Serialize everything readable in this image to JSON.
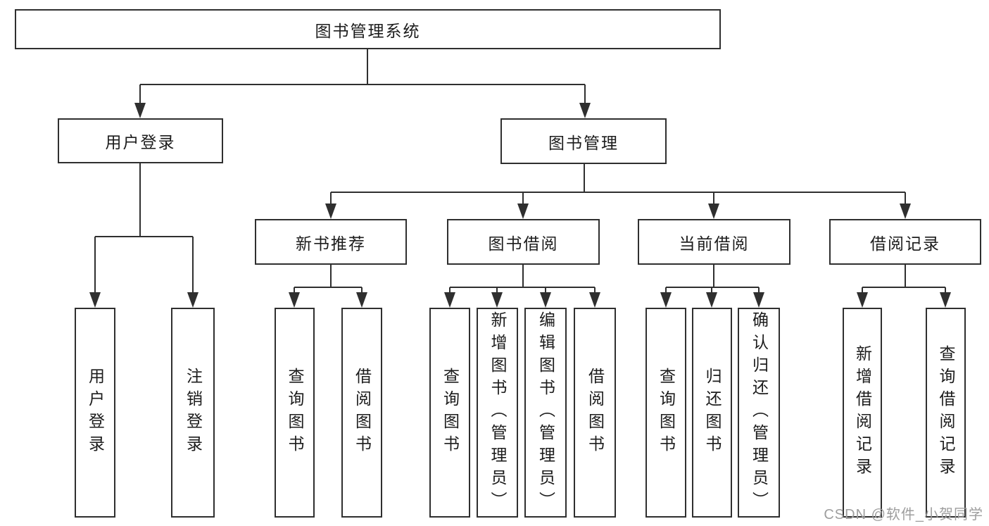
{
  "diagram": {
    "root": "图书管理系统",
    "level1": {
      "user_login": "用户登录",
      "book_management": "图书管理"
    },
    "level2": {
      "new_book_recommend": "新书推荐",
      "book_borrowing": "图书借阅",
      "current_borrowing": "当前借阅",
      "borrowing_records": "借阅记录"
    },
    "leaves": {
      "user_login": [
        "用户登录",
        "注销登录"
      ],
      "new_book_recommend": [
        "查询图书",
        "借阅图书"
      ],
      "book_borrowing": [
        "查询图书",
        "新增图书（管理员）",
        "编辑图书（管理员）",
        "借阅图书"
      ],
      "current_borrowing": [
        "查询图书",
        "归还图书",
        "确认归还（管理员）"
      ],
      "borrowing_records": [
        "新增借阅记录",
        "查询借阅记录"
      ]
    }
  },
  "watermark": "CSDN @软件_小贺同学",
  "colors": {
    "line": "#2f2f2f",
    "text": "#1c1c1c",
    "watermark": "#9e9e9e",
    "background": "#ffffff"
  }
}
